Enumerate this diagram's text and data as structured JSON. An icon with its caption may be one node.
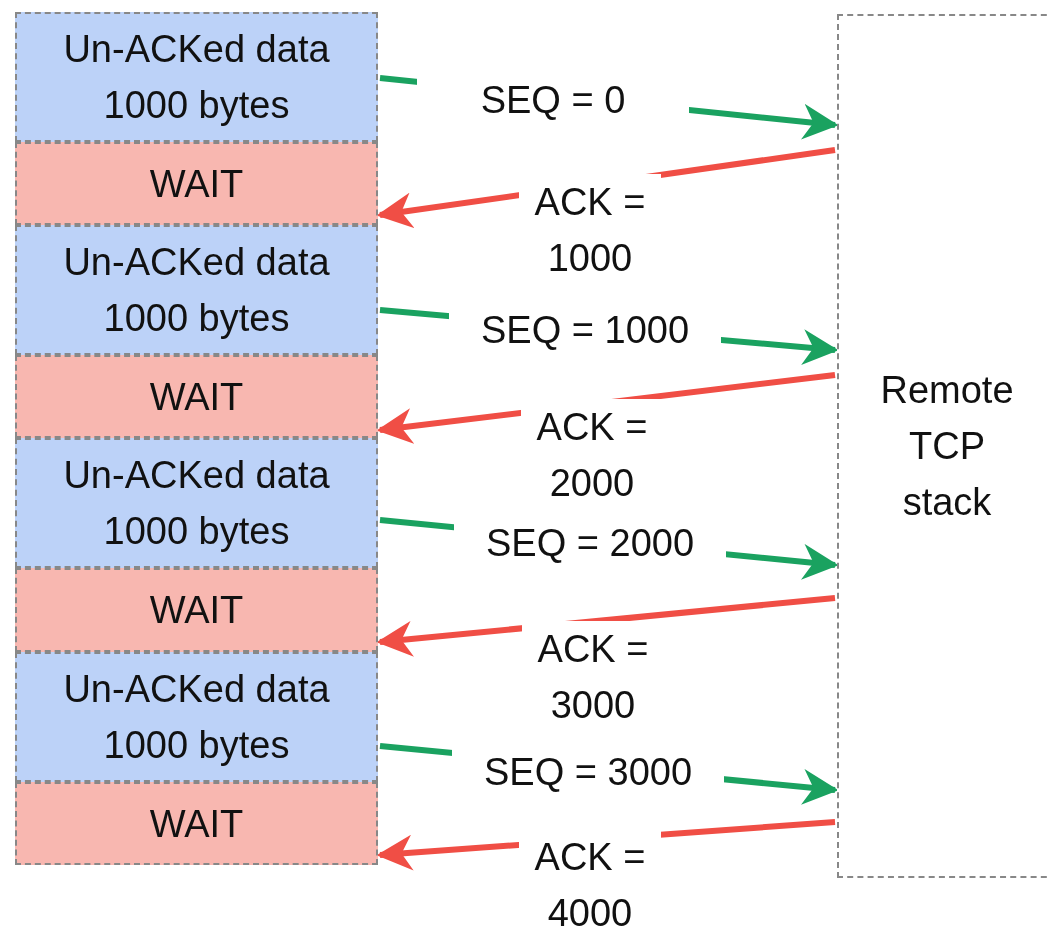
{
  "diagram": {
    "nodes": [
      {
        "text": [
          "Un-ACKed data 1000 bytes"
        ]
      },
      {
        "text": [
          "WAIT"
        ]
      },
      {
        "text": [
          "Un-ACKed data 1000 bytes"
        ]
      },
      {
        "text": [
          "WAIT"
        ]
      },
      {
        "text": [
          "Un-ACKed data 1000 bytes"
        ]
      },
      {
        "text": [
          "WAIT"
        ]
      },
      {
        "text": [
          "Un-ACKed data 1000 bytes"
        ]
      },
      {
        "text": [
          "WAIT"
        ]
      },
      {
        "text": [
          "Remote TCP stack"
        ]
      }
    ],
    "edges": [
      {
        "from": 0,
        "to": 8,
        "arrow": "to",
        "label": "SEQ = 0",
        "color": "#1aa260"
      },
      {
        "from": 8,
        "to": 1,
        "arrow": "to",
        "label": "ACK = 1000",
        "color": "#f04e45"
      },
      {
        "from": 2,
        "to": 8,
        "arrow": "to",
        "label": "SEQ = 1000",
        "color": "#1aa260"
      },
      {
        "from": 8,
        "to": 3,
        "arrow": "to",
        "label": "ACK = 2000",
        "color": "#f04e45"
      },
      {
        "from": 4,
        "to": 8,
        "arrow": "to",
        "label": "SEQ = 2000",
        "color": "#1aa260"
      },
      {
        "from": 8,
        "to": 5,
        "arrow": "to",
        "label": "ACK = 3000",
        "color": "#f04e45"
      },
      {
        "from": 6,
        "to": 8,
        "arrow": "to",
        "label": "SEQ = 3000",
        "color": "#1aa260"
      },
      {
        "from": 8,
        "to": 7,
        "arrow": "to",
        "label": "ACK = 4000",
        "color": "#f04e45"
      }
    ]
  }
}
